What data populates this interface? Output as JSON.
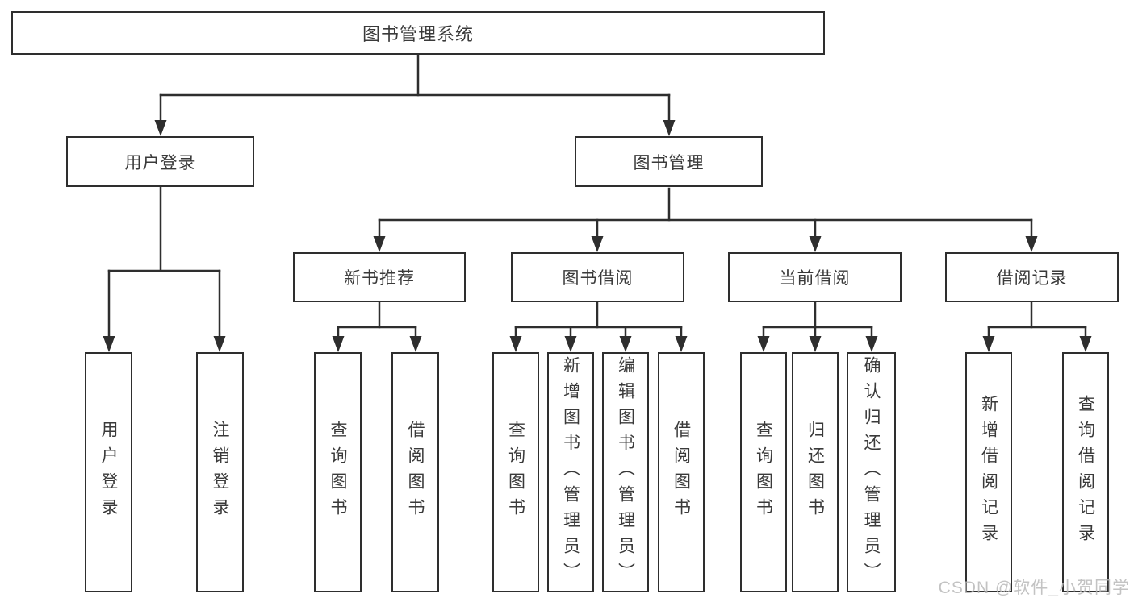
{
  "diagram": {
    "type": "tree-structure-chart",
    "tree": {
      "label": "图书管理系统",
      "children": [
        {
          "label": "用户登录",
          "children": [
            {
              "label": "用户登录"
            },
            {
              "label": "注销登录"
            }
          ]
        },
        {
          "label": "图书管理",
          "children": [
            {
              "label": "新书推荐",
              "children": [
                {
                  "label": "查询图书"
                },
                {
                  "label": "借阅图书"
                }
              ]
            },
            {
              "label": "图书借阅",
              "children": [
                {
                  "label": "查询图书"
                },
                {
                  "label": "新增图书（管理员）"
                },
                {
                  "label": "编辑图书（管理员）"
                },
                {
                  "label": "借阅图书"
                }
              ]
            },
            {
              "label": "当前借阅",
              "children": [
                {
                  "label": "查询图书"
                },
                {
                  "label": "归还图书"
                },
                {
                  "label": "确认归还（管理员）"
                }
              ]
            },
            {
              "label": "借阅记录",
              "children": [
                {
                  "label": "新增借阅记录"
                },
                {
                  "label": "查询借阅记录"
                }
              ]
            }
          ]
        }
      ]
    }
  },
  "watermark": {
    "text": "CSDN @软件_小贺同学",
    "color": "#b9b9b9"
  },
  "colors": {
    "line": "#2e2e2e",
    "text": "#3a3a3a",
    "box_fill": "#ffffff",
    "background": "#ffffff"
  }
}
